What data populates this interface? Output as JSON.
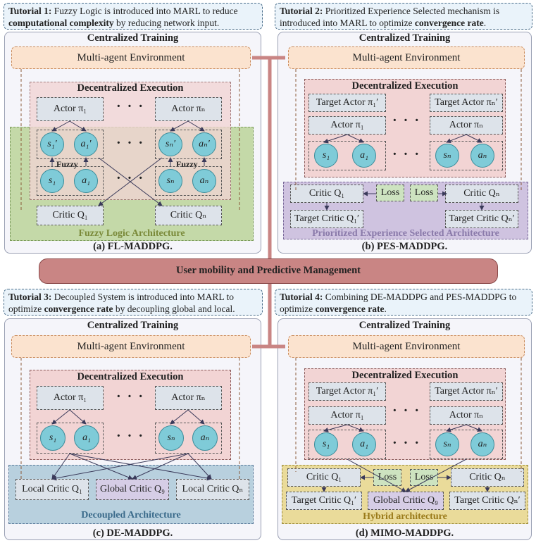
{
  "tutorials": {
    "t1": {
      "prefix": "Tutorial 1:",
      "text1": " Fuzzy Logic is introduced into MARL to reduce ",
      "bold1": "computational complexity",
      "text2": " by reducing network input."
    },
    "t2": {
      "prefix": "Tutorial 2:",
      "text1": " Prioritized Experience Selected mechanism is introduced into MARL to optimize ",
      "bold1": "convergence rate",
      "text2": "."
    },
    "t3": {
      "prefix": "Tutorial 3:",
      "text1": " Decoupled System is introduced into MARL to optimize ",
      "bold1": "convergence rate",
      "text2": " by decoupling global and local."
    },
    "t4": {
      "prefix": "Tutorial 4:",
      "text1": " Combining DE-MADDPG and PES-MADDPG to optimize ",
      "bold1": "convergence rate",
      "text2": "."
    }
  },
  "common": {
    "centralized": "Centralized Training",
    "environment": "Multi-agent Environment",
    "decentralized": "Decentralized Execution",
    "actor1": "Actor  π₁",
    "actorN": "Actor  πₙ",
    "target_actor1": "Target Actor  π₁′",
    "target_actorN": "Target Actor  πₙ′",
    "s1": "s₁",
    "a1": "a₁",
    "sN": "sₙ",
    "aN": "aₙ",
    "s1p": "s₁′",
    "a1p": "a₁′",
    "sNp": "sₙ′",
    "aNp": "aₙ′",
    "dots": "· · ·",
    "fuzzy": "Fuzzy",
    "critic1": "Critic  Q₁",
    "criticN": "Critic  Qₙ",
    "target_critic1": "Target Critic Q₁′",
    "target_criticN": "Target Critic Qₙ′",
    "loss": "Loss",
    "local_critic1": "Local Critic  Q₁",
    "local_criticN": "Local Critic  Qₙ",
    "global_critic": "Global Critic  Q₉"
  },
  "panels": {
    "a": {
      "arch": "Fuzzy Logic Architecture",
      "caption": "(a) FL-MADDPG."
    },
    "b": {
      "arch": "Prioritized Experience Selected Architecture",
      "caption": "(b) PES-MADDPG."
    },
    "c": {
      "arch": "Decoupled Architecture",
      "caption": "(c) DE-MADDPG."
    },
    "d": {
      "arch": "Hybrid architecture",
      "caption": "(d) MIMO-MADDPG."
    }
  },
  "center": {
    "label": "User mobility and Predictive Management"
  },
  "colors": {
    "fuzzy_bg": "#c4d9a8",
    "pes_bg": "#cfc3e0",
    "de_bg": "#b8d0de",
    "hybrid_bg": "#eadb9a",
    "umb": "#c98584"
  }
}
